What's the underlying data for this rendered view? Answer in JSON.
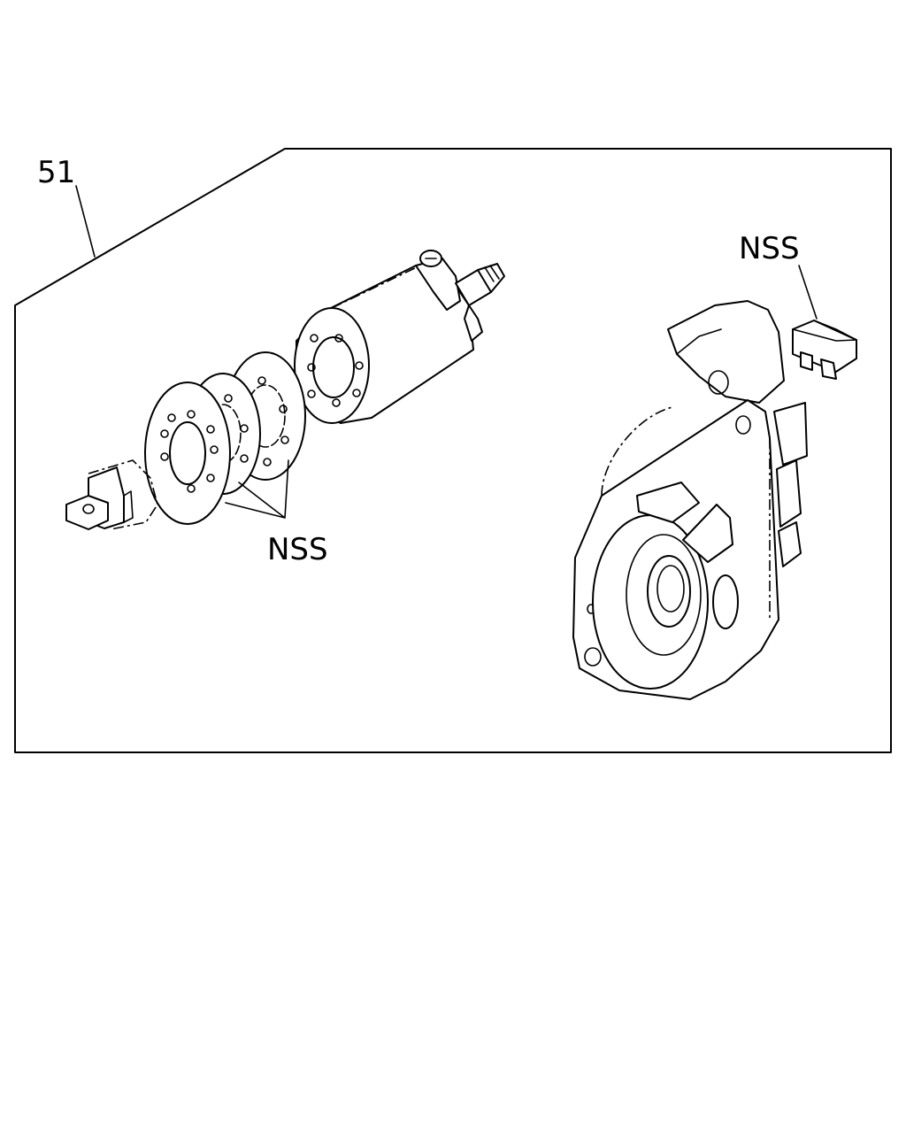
{
  "callouts": {
    "assembly_number": "51",
    "nss_shims": "NSS",
    "nss_cap": "NSS"
  },
  "components": [
    "plunger-icon",
    "shim-washer-icon",
    "solenoid-switch-icon",
    "terminal-cap-icon",
    "front-housing-icon"
  ]
}
